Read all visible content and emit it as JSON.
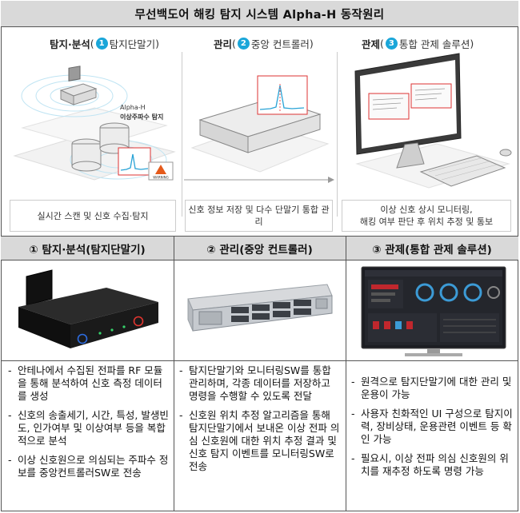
{
  "title": "무선백도어 해킹 탐지 시스템 Alpha-H 동작원리",
  "stages": [
    {
      "head_strong": "탐지·분석",
      "num": "1",
      "head_rest": "탐지단말기",
      "caption": "실시간 스캔 및 신호 수집·탐지"
    },
    {
      "head_strong": "관리",
      "num": "2",
      "head_rest": "중앙 컨트롤러",
      "caption": "신호 정보 저장 및 다수 단말기 통합 관리"
    },
    {
      "head_strong": "관제",
      "num": "3",
      "head_rest": "통합 관제 솔루션",
      "caption_line1": "이상 신호 상시 모니터링,",
      "caption_line2": "해킹 여부 판단 후 위치 추정 및 통보"
    }
  ],
  "diagram_labels": {
    "alpha_h": "Alpha-H",
    "detector": "이상주파수 탐지",
    "warning": "WARNING"
  },
  "columns": [
    {
      "header": "① 탐지·분석(탐지단말기)",
      "bullets": [
        "안테나에서 수집된 전파를 RF 모듈을 통해 분석하여 신호 측정 데이터를 생성",
        "신호의 송출세기, 시간, 특성, 발생빈도, 인가여부 및 이상여부 등을 복합적으로 분석",
        "이상 신호원으로 의심되는 주파수 정보를 중앙컨트롤러SW로 전송"
      ]
    },
    {
      "header": "② 관리(중앙 컨트롤러)",
      "bullets": [
        "탐지단말기와 모니터링SW를 통합 관리하며, 각종 데이터를 저장하고 명령을 수행할 수 있도록 전달",
        "신호원 위치 추정 알고리즘을 통해 탐지단말기에서 보내온 이상 전파 의심 신호원에 대한 위치 추정 결과 및 신호 탐지 이벤트를 모니터링SW로 전송"
      ]
    },
    {
      "header": "③ 관제(통합 관제 솔루션)",
      "bullets": [
        "원격으로 탐지단말기에 대한 관리 및 운용이 가능",
        "사용자 친화적인 UI 구성으로 탐지이력, 장비상태, 운용관련 이벤트 등 확인 가능",
        "필요시, 이상 전파 의심 신호원의 위치를 재추정 하도록 명령 가능"
      ]
    }
  ]
}
